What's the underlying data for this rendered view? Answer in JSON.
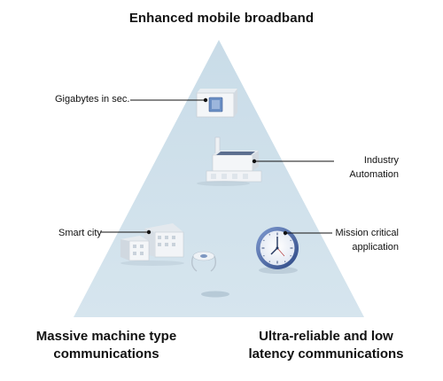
{
  "title": "Enhanced mobile broadband",
  "corners": {
    "bottom_left": [
      "Massive machine type",
      "communications"
    ],
    "bottom_right": [
      "Ultra-reliable and low",
      "latency communications"
    ]
  },
  "callouts": {
    "gigabytes": "Gigabytes in sec.",
    "industry": [
      "Industry",
      "Automation"
    ],
    "smart_city": "Smart city",
    "mission": [
      "Mission critical",
      "application"
    ]
  },
  "colors": {
    "triangle_fill": "#cfe1ec",
    "clock_ring": "#3f5e9c",
    "screen_blue": "#5b7fb5"
  },
  "icons": [
    "data-box-icon",
    "factory-icon",
    "city-buildings-icon",
    "drone-icon",
    "clock-icon"
  ]
}
